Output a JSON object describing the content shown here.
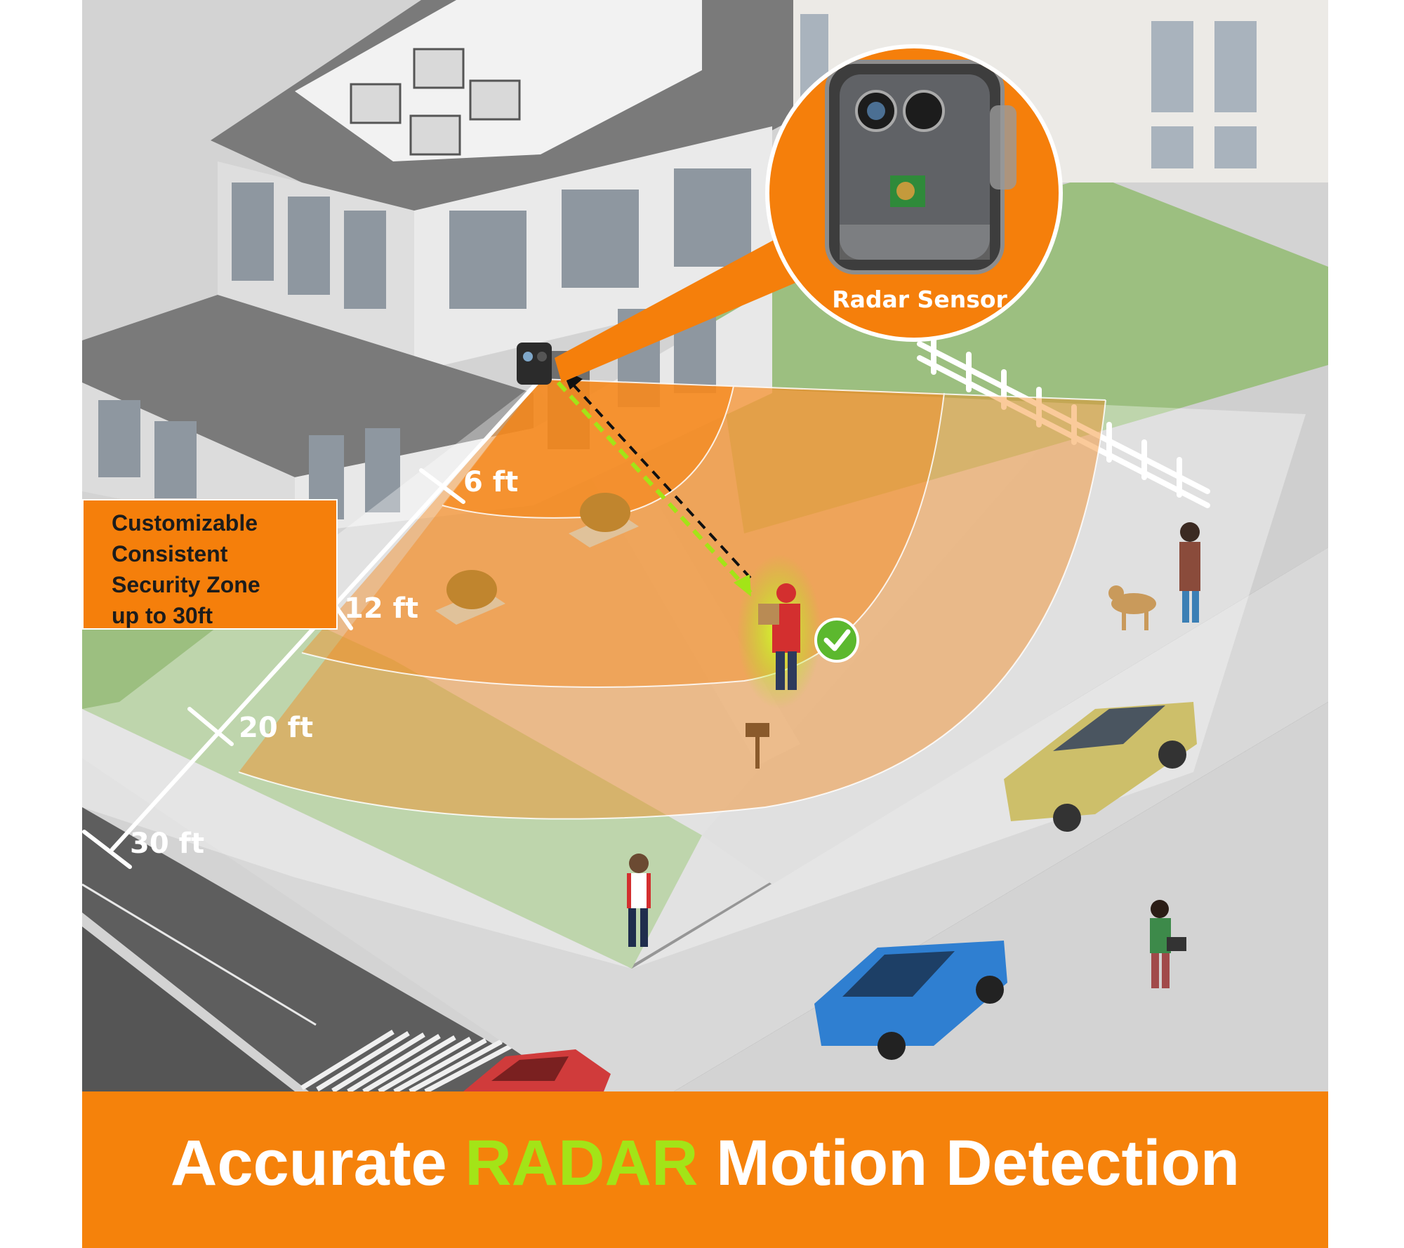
{
  "sensor_callout": {
    "label": "Radar Sensor"
  },
  "distance_markers": [
    "6 ft",
    "12 ft",
    "20 ft",
    "30 ft"
  ],
  "zone_box": {
    "lines": [
      "Customizable",
      "Consistent",
      "Security Zone",
      "up to 30ft"
    ]
  },
  "banner": {
    "part1": "Accurate ",
    "highlight": "RADAR",
    "part2": " Motion Detection"
  },
  "colors": {
    "accent_orange": "#f5820b",
    "highlight_green": "#a3e417",
    "road": "#5e5e5e",
    "lawn": "#9cbf80",
    "sidewalk": "#d6d6d6"
  },
  "icons": {
    "detected": "check-circle-icon",
    "camera": "security-camera-icon",
    "mailbox": "mailbox-icon"
  }
}
